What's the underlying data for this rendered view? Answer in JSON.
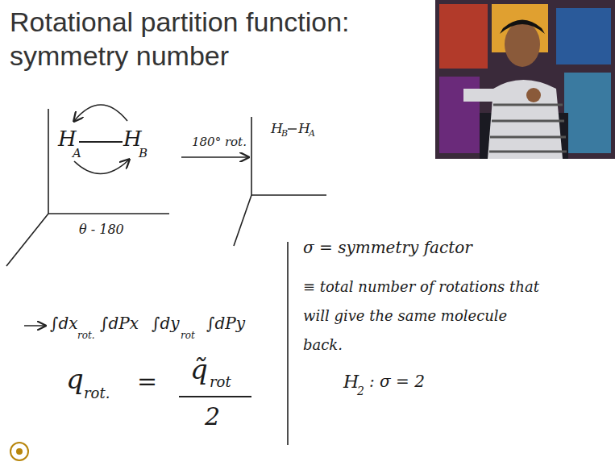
{
  "diagram": {
    "title": "Rotational partition function: symmetry number",
    "labels": [
      "H",
      "A",
      "H",
      "B",
      "180° rot.",
      "θ - 180",
      "H",
      "B",
      "H",
      "A",
      "∫dx",
      "rot.",
      "∫dPx",
      "∫dy",
      "rot",
      "∫dPy",
      "q",
      "rot.",
      "=",
      "q̃",
      "rot",
      "2",
      "σ = symmetry factor",
      "≡ total number of rotations that will give the same molecule back.",
      "H",
      "2",
      ": σ = 2"
    ]
  }
}
